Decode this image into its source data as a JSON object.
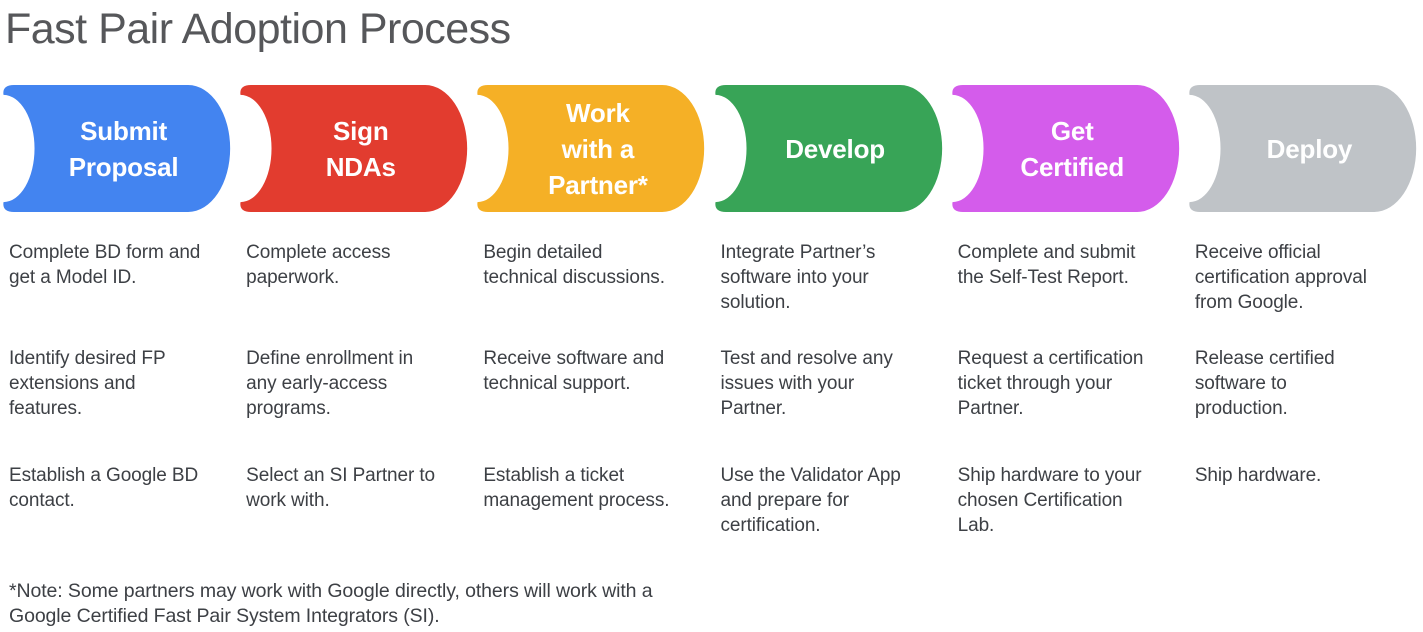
{
  "title": "Fast Pair Adoption Process",
  "colors": {
    "blue": "#4384F0",
    "red": "#E23C2F",
    "yellow": "#F5B026",
    "green": "#38A457",
    "magenta": "#D45CEB",
    "gray": "#BFC3C7",
    "title_text": "#56575A",
    "body_text": "#3D4045",
    "stage_label_text": "#FFFFFF"
  },
  "stages": [
    {
      "label": "Submit\nProposal",
      "color": "#4384F0",
      "items": [
        "Complete BD form and\nget a Model ID.",
        "Identify desired FP\nextensions and\nfeatures.",
        "Establish a Google BD\ncontact."
      ]
    },
    {
      "label": "Sign\nNDAs",
      "color": "#E23C2F",
      "items": [
        "Complete access\npaperwork.",
        "Define enrollment in\nany early-access\nprograms.",
        "Select an SI Partner to\nwork with."
      ]
    },
    {
      "label": "Work\nwith a\nPartner*",
      "color": "#F5B026",
      "items": [
        "Begin detailed\ntechnical discussions.",
        "Receive software and\ntechnical support.",
        "Establish a ticket\nmanagement process."
      ]
    },
    {
      "label": "Develop",
      "color": "#38A457",
      "items": [
        "Integrate Partner’s\nsoftware into your\nsolution.",
        "Test and resolve any\nissues with your\nPartner.",
        "Use the Validator App\nand prepare for\ncertification."
      ]
    },
    {
      "label": "Get\nCertified",
      "color": "#D45CEB",
      "items": [
        "Complete and submit\nthe Self-Test Report.",
        "Request a certification\nticket through your\nPartner.",
        "Ship hardware to your\nchosen Certification\nLab."
      ]
    },
    {
      "label": "Deploy",
      "color": "#BFC3C7",
      "items": [
        "Receive official\ncertification approval\nfrom Google.",
        "Release certified\nsoftware to\nproduction.",
        "Ship hardware."
      ]
    }
  ],
  "footnote": "*Note: Some partners may work with Google directly, others will work with a\nGoogle Certified Fast Pair System Integrators (SI)."
}
